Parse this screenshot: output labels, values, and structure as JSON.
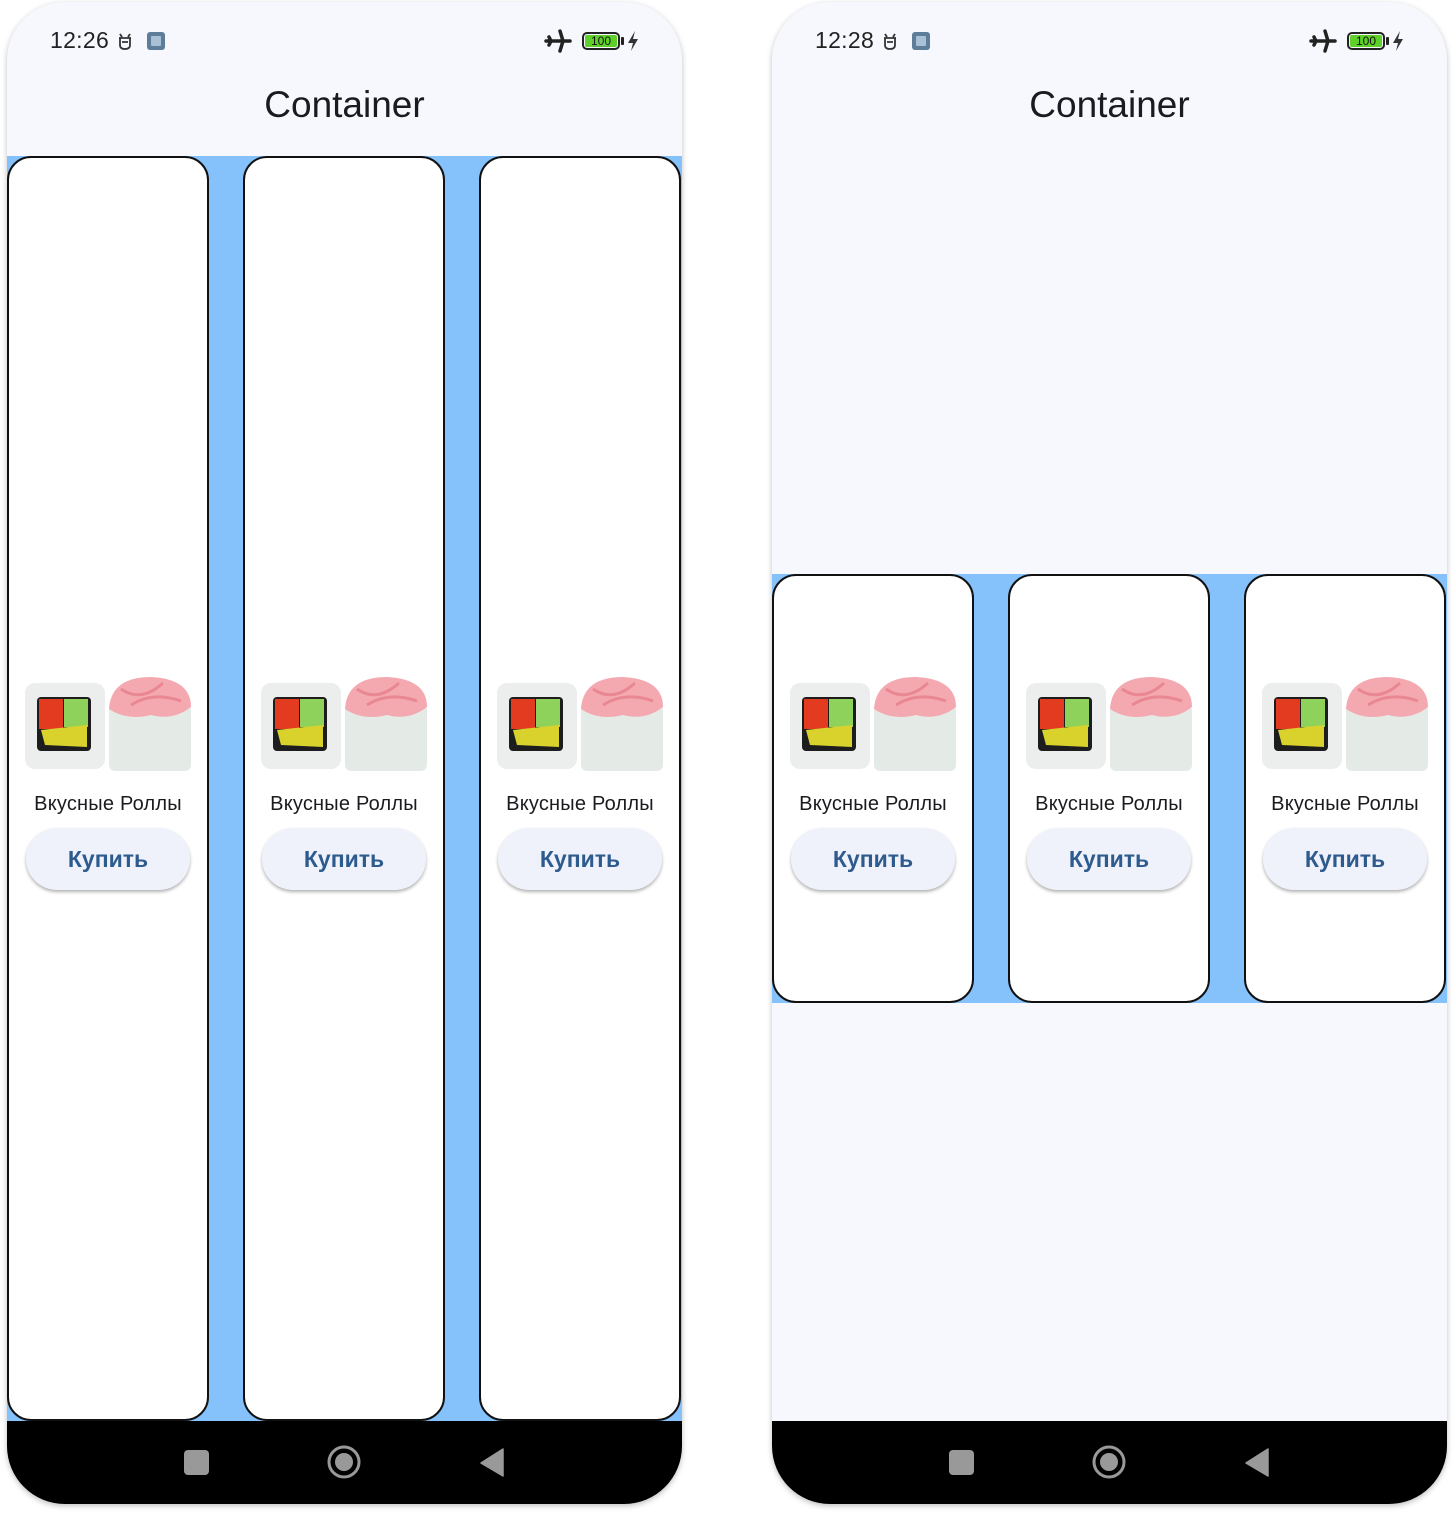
{
  "screens": [
    {
      "status_bar": {
        "time": "12:26",
        "battery_level": "100",
        "airplane_mode": true,
        "charging": true,
        "icons": [
          "notification-app-icon",
          "screenshot-icon",
          "airplane-icon",
          "battery-icon",
          "charging-bolt-icon"
        ]
      },
      "app_bar": {
        "title": "Container"
      },
      "cards": [
        {
          "image": "sushi-rolls-image",
          "label": "Вкусные Роллы",
          "button": "Купить"
        },
        {
          "image": "sushi-rolls-image",
          "label": "Вкусные Роллы",
          "button": "Купить"
        },
        {
          "image": "sushi-rolls-image",
          "label": "Вкусные Роллы",
          "button": "Купить"
        }
      ],
      "nav_bar": {
        "buttons": [
          "recents-icon",
          "home-icon",
          "back-icon"
        ]
      }
    },
    {
      "status_bar": {
        "time": "12:28",
        "battery_level": "100",
        "airplane_mode": true,
        "charging": true,
        "icons": [
          "notification-app-icon",
          "screenshot-icon",
          "airplane-icon",
          "battery-icon",
          "charging-bolt-icon"
        ]
      },
      "app_bar": {
        "title": "Container"
      },
      "cards": [
        {
          "image": "sushi-rolls-image",
          "label": "Вкусные Роллы",
          "button": "Купить"
        },
        {
          "image": "sushi-rolls-image",
          "label": "Вкусные Роллы",
          "button": "Купить"
        },
        {
          "image": "sushi-rolls-image",
          "label": "Вкусные Роллы",
          "button": "Купить"
        }
      ],
      "nav_bar": {
        "buttons": [
          "recents-icon",
          "home-icon",
          "back-icon"
        ]
      }
    }
  ],
  "colors": {
    "strip_background": "#85c2fb",
    "button_text": "#2e5b8e",
    "button_background": "#f0f2fb",
    "screen_background": "#f7f8fd",
    "battery_fill": "#5fcf2a"
  }
}
